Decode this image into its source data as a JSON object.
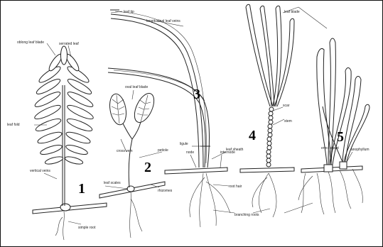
{
  "labels": {
    "leaf_tip": "leaf tip",
    "longitudinal_leaf_veins": "longitudinal leaf veins",
    "leaf_blade_top": "leaf blade",
    "oblong_leaf_blade": "oblong leaf blade",
    "serrated_leaf": "serrated leaf",
    "oval_leaf_blade": "oval leaf blade",
    "leaf_fold": "leaf fold",
    "cross_vein": "cross vein",
    "petiole": "petiole",
    "vertical_veins": "vertical veins",
    "leaf_scales": "leaf scales",
    "rhizomes": "rhizomes",
    "simple_root": "simple root",
    "ligule": "ligule",
    "leaf_sheath": "leaf sheath",
    "node": "node",
    "internode": "internode",
    "root_hair": "root hair",
    "scar": "scar",
    "stem": "stem",
    "erect_shoot": "erect shoot",
    "anophyllum": "anophyllum",
    "branching_roots": "branching roots"
  },
  "numbers": [
    "1",
    "2",
    "3",
    "4",
    "5"
  ]
}
